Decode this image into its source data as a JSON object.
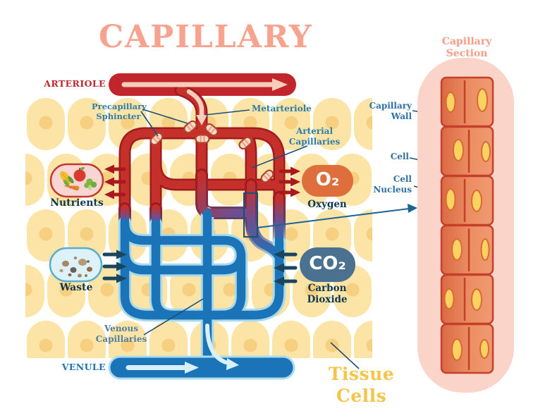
{
  "title": "CAPILLARY",
  "diagram": {
    "arteriole": "ARTERIOLE",
    "venule": "VENULE",
    "precapillary_line1": "Precapillary",
    "precapillary_line2": "Sphincter",
    "metarteriole": "Metarteriole",
    "arterial_line1": "Arterial",
    "arterial_line2": "Capillaries",
    "venous_line1": "Venous",
    "venous_line2": "Capillaries",
    "tissue_cells": "Tissue Cells",
    "nutrients": "Nutrients",
    "waste": "Waste",
    "oxygen_symbol": "O₂",
    "oxygen_label": "Oxygen",
    "co2_symbol": "CO₂",
    "co2_label_line1": "Carbon",
    "co2_label_line2": "Dioxide"
  },
  "section": {
    "title": "Capillary Section",
    "wall_line1": "Capillary",
    "wall_line2": "Wall",
    "cell_label": "Cell",
    "nucleus_line1": "Cell",
    "nucleus_line2": "Nucleus"
  },
  "colors": {
    "accent_salmon": "#F8A38F",
    "artery_red": "#C0262B",
    "vein_blue": "#1B74B8",
    "label_blue": "#2E7DA8",
    "navy_text": "#0F384E",
    "tissue_cell_yellow": "#FBE4A6",
    "tissue_label_gold": "#F5C54B",
    "oxygen_badge": "#DE6E3B",
    "co2_badge": "#4B7190",
    "section_panel_pink": "#FAD3C9"
  }
}
